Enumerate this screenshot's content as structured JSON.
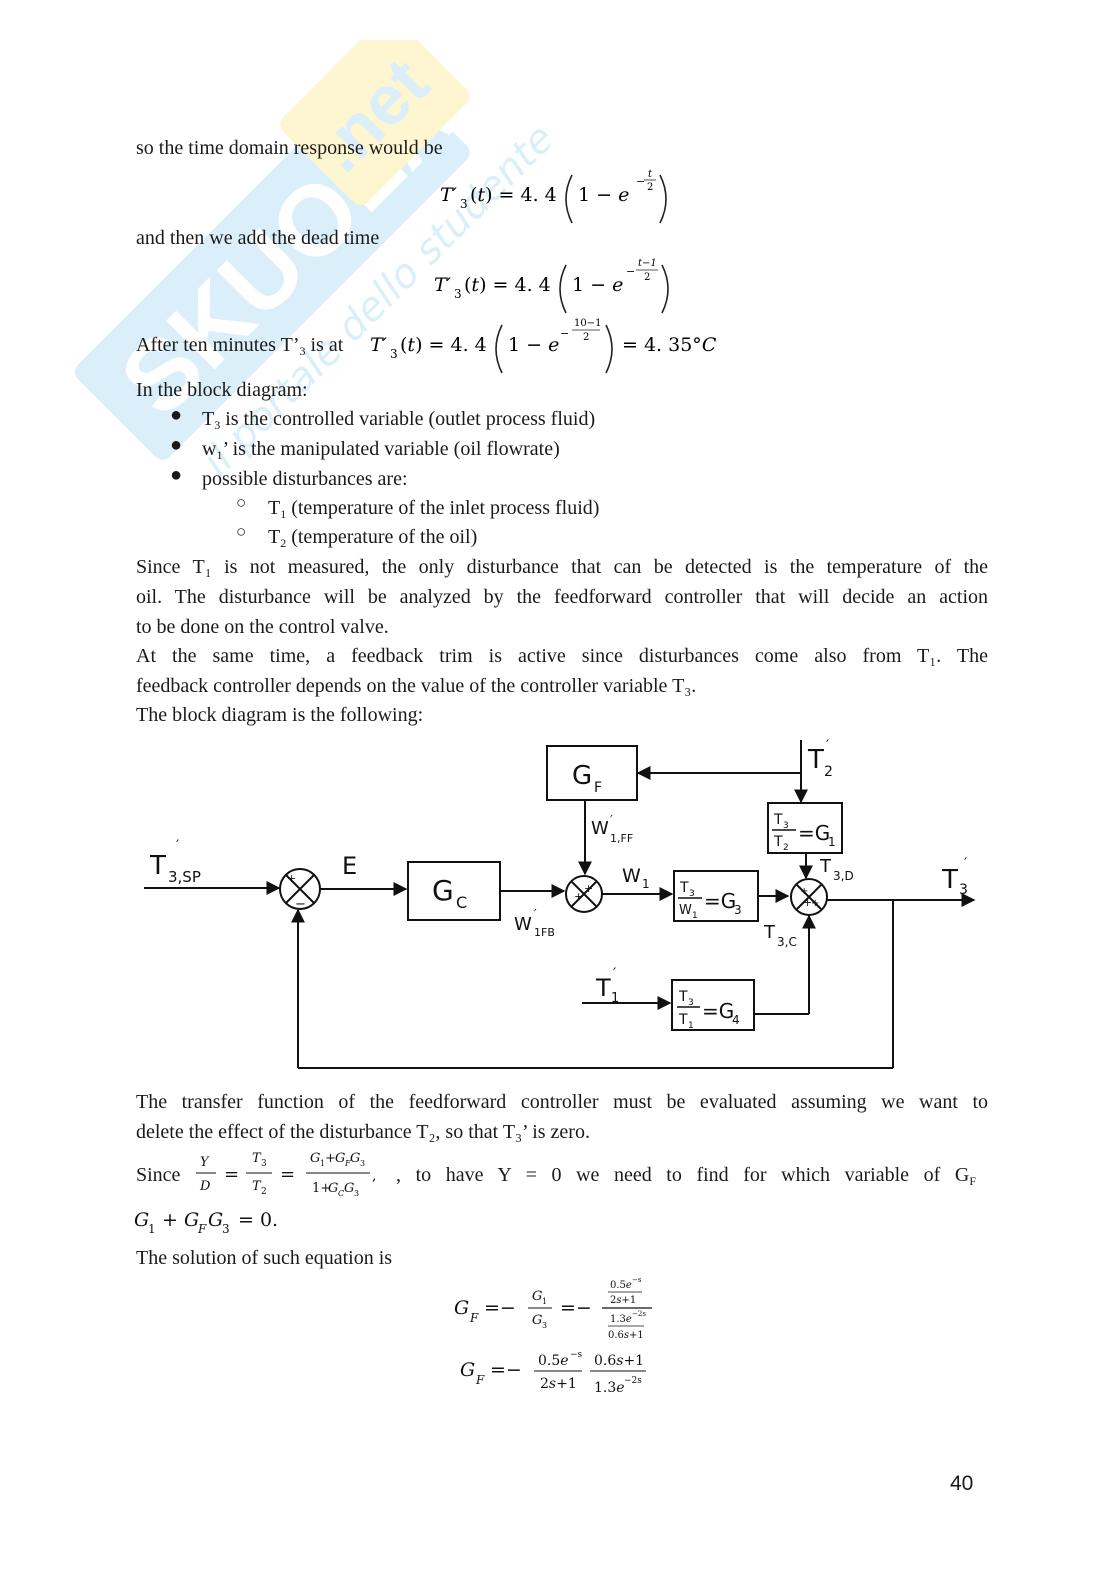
{
  "page_number": "40",
  "watermark": {
    "brand": "Skuola.net",
    "tagline": "il portale dello studente"
  },
  "p1": "so the time domain response would be",
  "p2": "and then we add the dead time",
  "p3_prefix": "After ten minutes T’",
  "p3_is_at": " is at ",
  "p3_result": "= 4. 35°C",
  "p4": "In the block diagram:",
  "bullets": [
    {
      "var": "T",
      "sub": "3",
      "text": " is the controlled variable (outlet process fluid)"
    },
    {
      "var": "w",
      "sub": "1",
      "text": "’ is the manipulated variable (oil flowrate)"
    },
    {
      "var": "",
      "sub": "",
      "text": "possible disturbances are:"
    }
  ],
  "sub_bullets": [
    {
      "var": "T",
      "sub": "1",
      "text": " (temperature of the inlet process fluid)"
    },
    {
      "var": "T",
      "sub": "2",
      "text": " (temperature of the oil)"
    }
  ],
  "para_since": {
    "line1": "Since T₁ is not measured, the only disturbance that can be detected is the temperature of the",
    "line2": "oil. The disturbance will be analyzed by the feedforward controller that will decide an action",
    "line3": "to be done on the control valve."
  },
  "para_same": {
    "line1": "At the same time, a feedback trim is active since disturbances come also from T₁. The",
    "line2": "feedback controller depends on the value of the controller variable T₃."
  },
  "p_block": "The block diagram is the following:",
  "diagram": {
    "input": "T′3,SP",
    "error": "E",
    "gc": "Gc",
    "gf": "GF",
    "w1ff": "W′1,FF",
    "w1fb": "W′1FB",
    "w1": "W1",
    "g3": "T3/W1=G3",
    "g1": "T3/T2=G1",
    "g4": "T3/T1=G4",
    "t2": "T2′",
    "t1": "T1′",
    "t3d": "T3,D",
    "t3c": "T3,C",
    "output": "T3′"
  },
  "para_tf": {
    "line1": "The transfer function of the feedforward controller must be evaluated assuming we want to",
    "line2": "delete the effect of the disturbance T₂, so that T₃’ is zero."
  },
  "para_since2": {
    "prefix": "Since",
    "mid": ", to have Y = 0 we need to find for which variable of G",
    "mid_sub": "F"
  },
  "p_solution": "The solution of such equation is"
}
